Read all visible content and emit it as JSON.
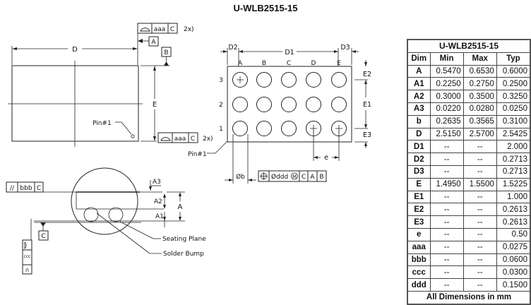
{
  "title": "U-WLB2515-15",
  "top_view": {
    "dim_D": "D",
    "dim_E": "E",
    "pin1_label": "Pin#1",
    "datum_A": "A",
    "datum_B": "B",
    "fcf_top": {
      "tolerance": "aaa",
      "datum": "C",
      "note": "2x)"
    },
    "fcf_bottom": {
      "tolerance": "aaa",
      "datum": "C",
      "note": "2x)"
    }
  },
  "bottom_view": {
    "dim_D1": "D1",
    "dim_D2": "D2",
    "dim_D3": "D3",
    "dim_E1": "E1",
    "dim_E2": "E2",
    "dim_E3": "E3",
    "dim_e": "e",
    "dim_b": "Øb",
    "pin1_label": "Pin#1",
    "columns": [
      "A",
      "B",
      "C",
      "D",
      "E"
    ],
    "rows": [
      "3",
      "2",
      "1"
    ],
    "fcf": {
      "tolerance": "Øddd",
      "modifier": "M",
      "datums": [
        "C",
        "A",
        "B"
      ]
    }
  },
  "side_view": {
    "fcf_parallel": {
      "tolerance": "bbb",
      "datum": "C"
    },
    "datum_C": "C",
    "dim_A": "A",
    "dim_A1": "A1",
    "dim_A2": "A2",
    "dim_A3": "A3",
    "seating_plane_label": "Seating Plane",
    "solder_bump_label": "Solder Bump"
  },
  "table": {
    "caption": "U-WLB2515-15",
    "headers": [
      "Dim",
      "Min",
      "Max",
      "Typ"
    ],
    "rows": [
      [
        "A",
        "0.5470",
        "0.6530",
        "0.6000"
      ],
      [
        "A1",
        "0.2250",
        "0.2750",
        "0.2500"
      ],
      [
        "A2",
        "0.3000",
        "0.3500",
        "0.3250"
      ],
      [
        "A3",
        "0.0220",
        "0.0280",
        "0.0250"
      ],
      [
        "b",
        "0.2635",
        "0.3565",
        "0.3100"
      ],
      [
        "D",
        "2.5150",
        "2.5700",
        "2.5425"
      ],
      [
        "D1",
        "--",
        "--",
        "2.000"
      ],
      [
        "D2",
        "--",
        "--",
        "0.2713"
      ],
      [
        "D3",
        "--",
        "--",
        "0.2713"
      ],
      [
        "E",
        "1.4950",
        "1.5500",
        "1.5225"
      ],
      [
        "E1",
        "--",
        "--",
        "1.000"
      ],
      [
        "E2",
        "--",
        "--",
        "0.2613"
      ],
      [
        "E3",
        "--",
        "--",
        "0.2613"
      ],
      [
        "e",
        "--",
        "--",
        "0.50"
      ],
      [
        "aaa",
        "--",
        "--",
        "0.0275"
      ],
      [
        "bbb",
        "--",
        "--",
        "0.0600"
      ],
      [
        "ccc",
        "--",
        "--",
        "0.0300"
      ],
      [
        "ddd",
        "--",
        "--",
        "0.1500"
      ]
    ],
    "footer": "All Dimensions in mm"
  }
}
